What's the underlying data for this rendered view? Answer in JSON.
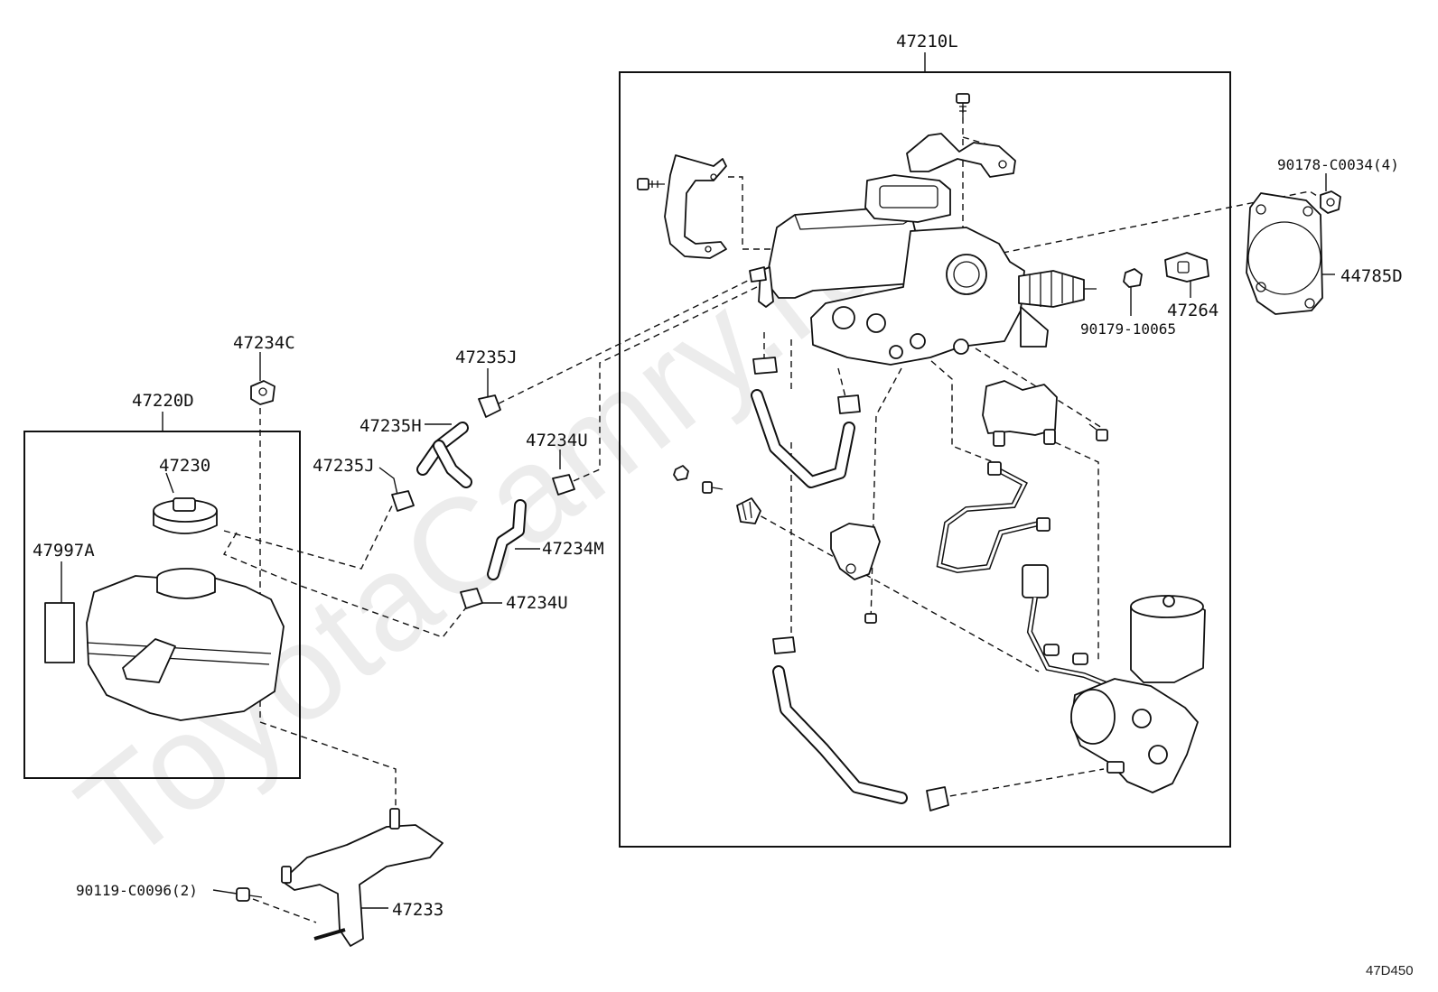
{
  "watermark": "ToyotaCamry.ru",
  "diagram_code": "47D450",
  "labels": {
    "p47210L": "47210L",
    "p90178": "90178-C0034(4)",
    "p44785D": "44785D",
    "p47264": "47264",
    "p90179": "90179-10065",
    "p47234C": "47234C",
    "p47220D": "47220D",
    "p47230": "47230",
    "p47997A": "47997A",
    "p47235J_a": "47235J",
    "p47235H": "47235H",
    "p47235J_b": "47235J",
    "p47234U_a": "47234U",
    "p47234M": "47234M",
    "p47234U_b": "47234U",
    "p90119": "90119-C0096(2)",
    "p47233": "47233"
  }
}
